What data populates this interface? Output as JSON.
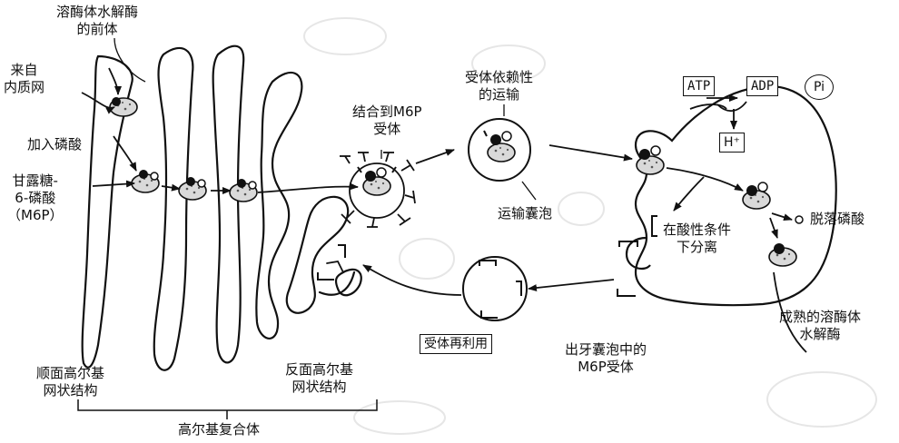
{
  "labels": {
    "precursor": "溶酶体水解酶\n的前体",
    "from_er": "来自\n内质网",
    "add_phosphate": "加入磷酸",
    "m6p": "甘露糖-\n6-磷酸\n（M6P）",
    "bind_m6p": "结合到M6P\n受体",
    "receptor_transport": "受体依赖性\n的运输",
    "transport_vesicle": "运输囊泡",
    "acid_separation": "在酸性条件\n下分离",
    "dephosphorylation": "脱落磷酸",
    "mature_enzyme": "成熟的溶酶体\n水解酶",
    "receptor_reuse": "受体再利用",
    "budding_receptor": "出牙囊泡中的\nM6P受体",
    "cis_golgi": "顺面高尔基\n网状结构",
    "trans_golgi": "反面高尔基\n网状结构",
    "golgi_complex": "高尔基复合体",
    "atp": "ATP",
    "adp": "ADP",
    "pi": "Pi",
    "h_ion": "H⁺"
  },
  "colors": {
    "ink": "#111111",
    "enzyme_fill": "#d9d9d9",
    "faint": "#e6e6e6"
  }
}
